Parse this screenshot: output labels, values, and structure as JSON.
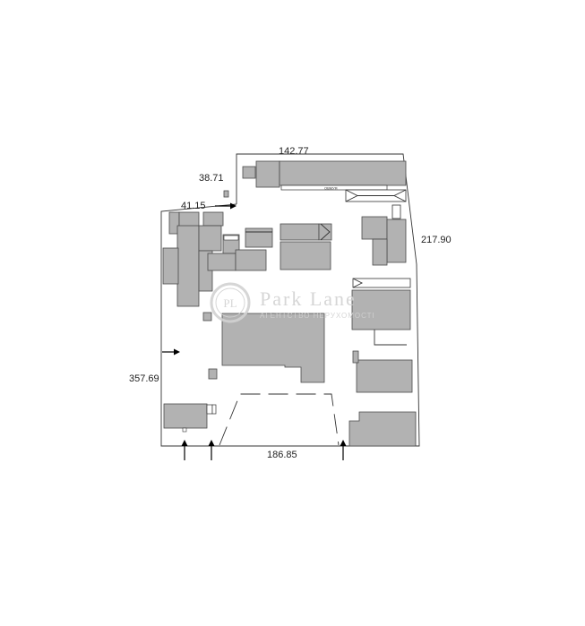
{
  "dimensions": {
    "top": "142.77",
    "upper_left_offset": "38.71",
    "left_step": "41.15",
    "right_side": "217.90",
    "left_side": "357.69",
    "bottom": "186.85"
  },
  "building_label": "ОВМУЯ",
  "watermark": {
    "monogram": "PL",
    "title": "Park Lane",
    "subtitle": "АГЕНТСТВО НЕРУХОМОСТІ"
  },
  "colors": {
    "building_fill": "#b2b2b2",
    "outline": "#333333",
    "watermark": "#d2d2d2"
  }
}
